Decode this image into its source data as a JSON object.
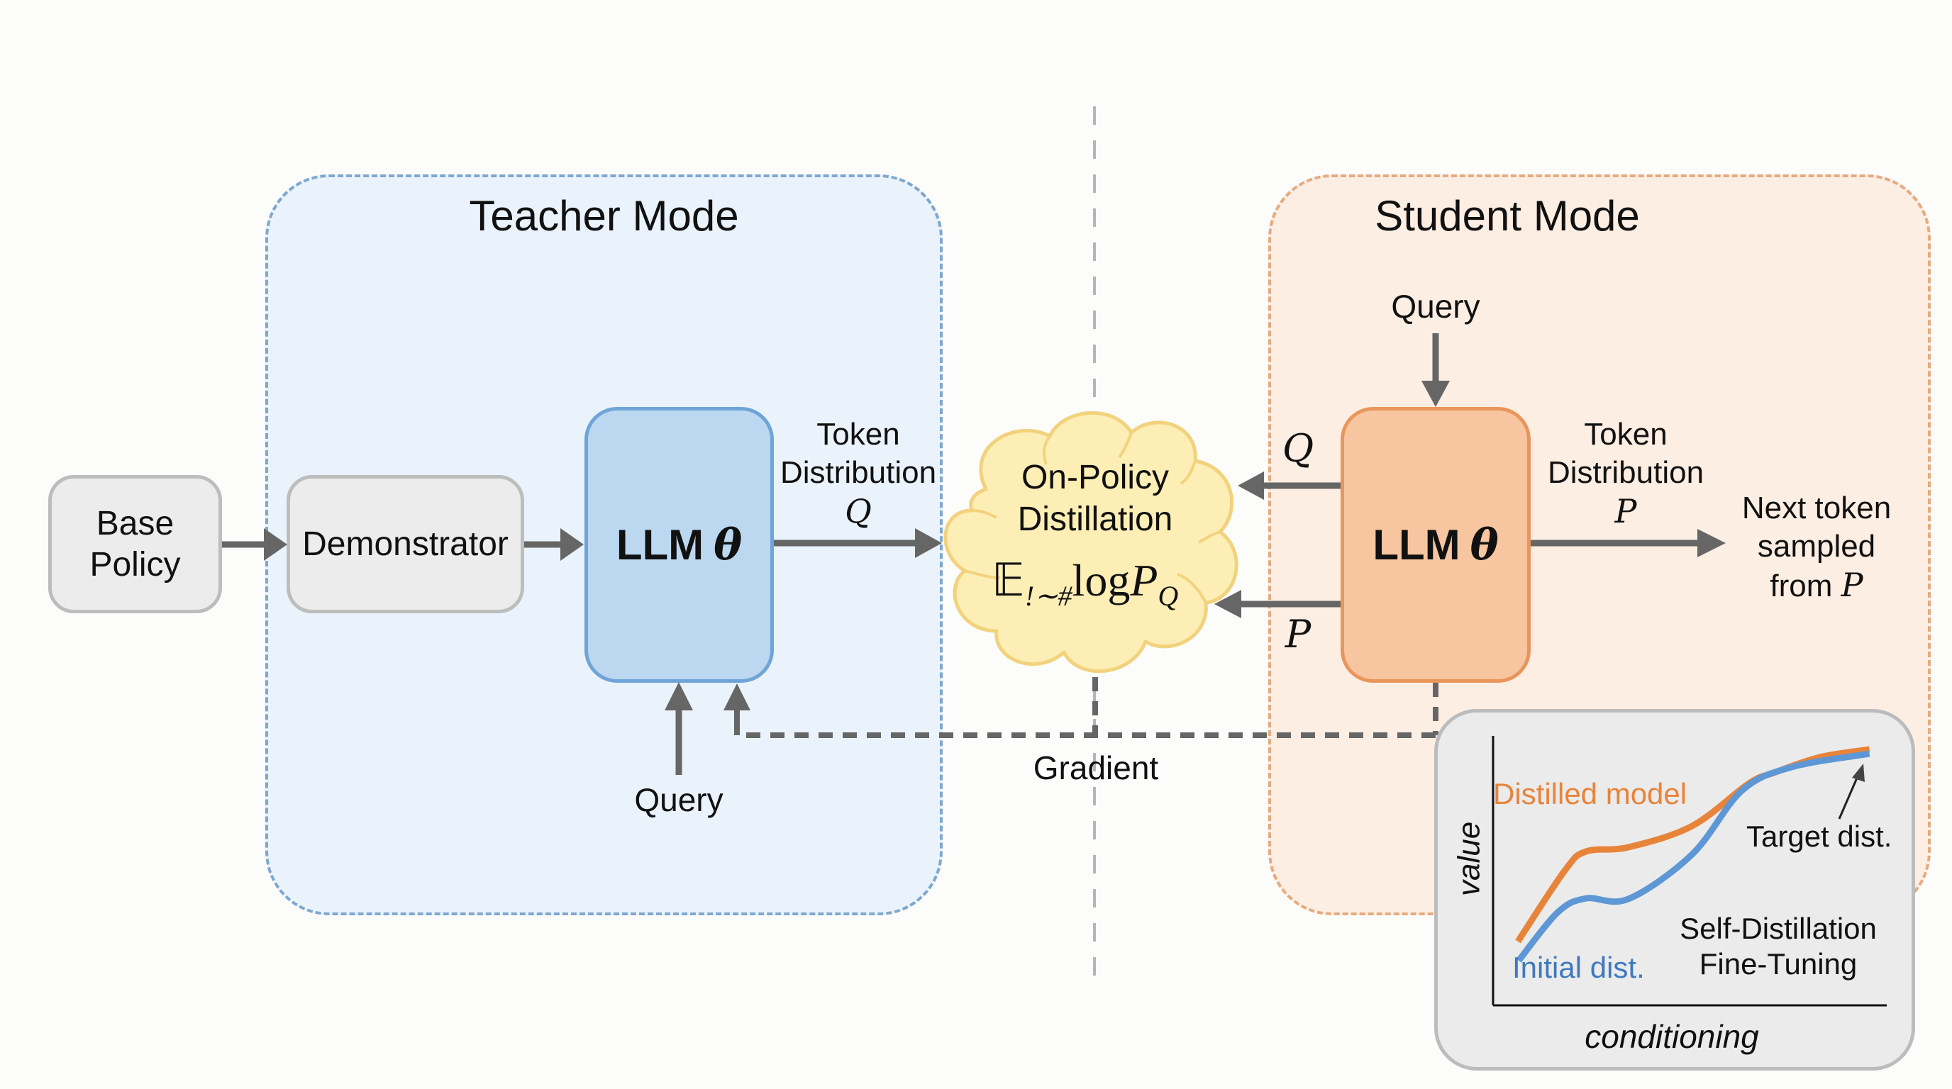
{
  "modes": {
    "teacher": {
      "title": "Teacher Mode",
      "color": "#7fa7cf"
    },
    "student": {
      "title": "Student Mode",
      "color": "#e6ab7f"
    }
  },
  "nodes": {
    "base_policy": {
      "line1": "Base",
      "line2": "Policy"
    },
    "demonstrator": {
      "label": "Demonstrator"
    },
    "llm_teacher": {
      "label": "LLM",
      "symbol": "θ"
    },
    "llm_student": {
      "label": "LLM",
      "symbol": "θ"
    },
    "cloud": {
      "line1": "On-Policy",
      "line2": "Distillation",
      "formula_E": "𝔼",
      "formula_sub": "!∼#",
      "formula_log": "log",
      "formula_P": "P",
      "formula_P_sub": "Q"
    }
  },
  "labels": {
    "teacher_token_dist": {
      "line1": "Token",
      "line2": "Distribution",
      "symbol": "Q"
    },
    "student_token_dist": {
      "line1": "Token",
      "line2": "Distribution",
      "symbol": "P"
    },
    "teacher_query": "Query",
    "student_query": "Query",
    "arrow_Q": "Q",
    "arrow_P": "P",
    "gradient": "Gradient",
    "next_token": {
      "line1": "Next token",
      "line2": "sampled",
      "line3": "from",
      "symbol": "P"
    }
  },
  "colors": {
    "teacher_fill": "#bcd7f0",
    "student_fill": "#f7c5a0",
    "cloud_fill": "#fdeeb6",
    "arrow": "#666666",
    "orange_series": "#e8843a",
    "blue_series": "#5e97d6"
  },
  "chart_data": {
    "type": "line",
    "title": "",
    "xlabel": "conditioning",
    "ylabel": "value",
    "xlim": [
      0,
      1
    ],
    "ylim": [
      0,
      1
    ],
    "grid": false,
    "series": [
      {
        "name": "Distilled model",
        "color": "#e8843a",
        "x": [
          0.063,
          0.182,
          0.236,
          0.344,
          0.506,
          0.65,
          0.713,
          0.83,
          0.956
        ],
        "y": [
          0.237,
          0.5,
          0.571,
          0.587,
          0.666,
          0.824,
          0.863,
          0.921,
          0.95
        ]
      },
      {
        "name": "Initial dist.",
        "color": "#5e97d6",
        "x": [
          0.065,
          0.164,
          0.236,
          0.344,
          0.506,
          0.632,
          0.758,
          0.956
        ],
        "y": [
          0.166,
          0.345,
          0.397,
          0.395,
          0.561,
          0.797,
          0.884,
          0.934
        ]
      }
    ],
    "annotations": [
      {
        "text": "Target dist.",
        "points_to": [
          0.956,
          0.94
        ]
      },
      {
        "text": "Self-Distillation Fine-Tuning"
      }
    ]
  }
}
